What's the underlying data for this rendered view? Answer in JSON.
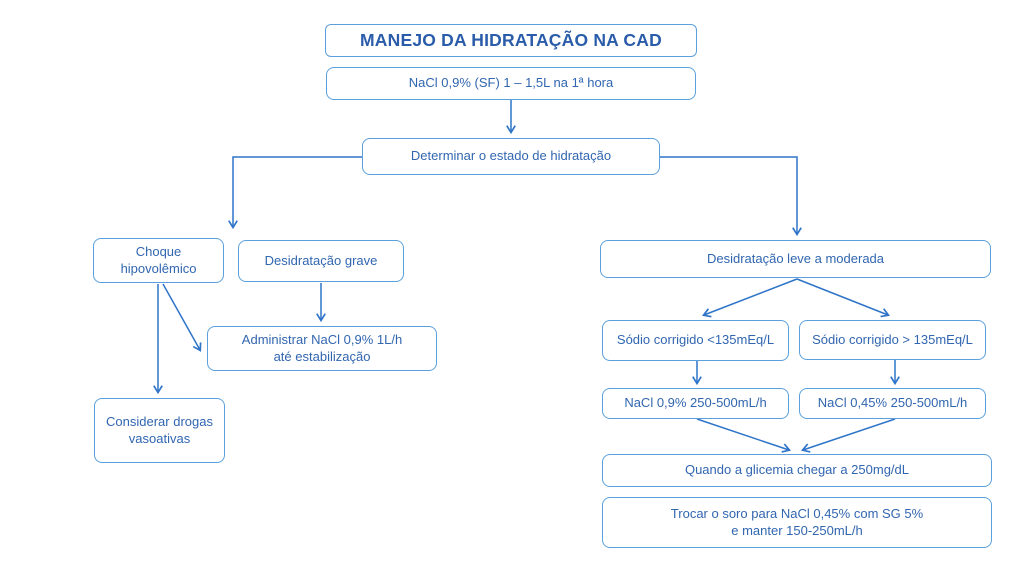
{
  "colors": {
    "box_border": "#5ba0dc",
    "arrow": "#2e74c8",
    "text": "#3166b0",
    "title_text": "#2a5caa"
  },
  "flowchart": {
    "title": "MANEJO DA HIDRATAÇÃO NA CAD",
    "nodes": {
      "first_hour": {
        "label": "NaCl 0,9% (SF) 1 – 1,5L na 1ª hora"
      },
      "determine": {
        "label": "Determinar o estado de hidratação"
      },
      "choque": {
        "lines": [
          "Choque",
          "hipovolêmico"
        ]
      },
      "desidratacao_grave": {
        "label": "Desidratação grave"
      },
      "administrar": {
        "lines": [
          "Administrar NaCl 0,9% 1L/h",
          "até estabilização"
        ]
      },
      "considerar": {
        "lines": [
          "Considerar drogas",
          "vasoativas"
        ]
      },
      "desidratacao_leve": {
        "label": "Desidratação leve a moderada"
      },
      "sodio_baixo": {
        "label": "Sódio corrigido <135mEq/L"
      },
      "sodio_alto": {
        "label": "Sódio corrigido > 135mEq/L"
      },
      "nacl_09": {
        "label": "NaCl 0,9% 250-500mL/h"
      },
      "nacl_045": {
        "label": "NaCl 0,45% 250-500mL/h"
      },
      "glicemia": {
        "label": "Quando a glicemia chegar a 250mg/dL"
      },
      "trocar_soro": {
        "lines": [
          "Trocar o soro para NaCl 0,45% com SG 5%",
          "e manter 150-250mL/h"
        ]
      }
    }
  }
}
